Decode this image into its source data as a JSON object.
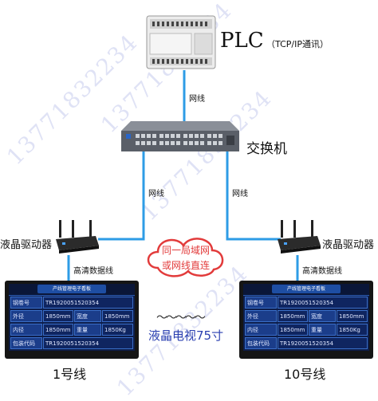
{
  "plc": {
    "title": "PLC",
    "protocol": "（TCP/IP通讯）"
  },
  "switch_label": "交换机",
  "links": {
    "plc_to_switch": "网线",
    "switch_to_left": "网线",
    "switch_to_right": "网线",
    "left_driver_to_tv": "高清数据线",
    "right_driver_to_tv": "高清数据线"
  },
  "drivers": {
    "left": "液晶驱动器",
    "right": "液晶驱动器"
  },
  "cloud": {
    "line1": "同一局域网",
    "line2": "或网线直连"
  },
  "tv_caption": "液晶电视75寸",
  "wave": "〜〜〜〜〜",
  "lines": {
    "left": "1号线",
    "right": "10号线"
  },
  "watermark": "13771832234",
  "screen": {
    "title": "产线管理电子看板",
    "rows": [
      {
        "label": "钢卷号",
        "value": "TR1920051520354"
      },
      {
        "label": "外径",
        "value": "1850mm",
        "label2": "宽度",
        "value2": "1850mm"
      },
      {
        "label": "内径",
        "value": "1850mm",
        "label2": "重量",
        "value2": "1850Kg"
      },
      {
        "label": "包装代码",
        "value": "TR1920051520354"
      }
    ]
  },
  "colors": {
    "link": "#2e9ce6",
    "cloud": "#e23b3b",
    "caption": "#2a3fb0"
  }
}
